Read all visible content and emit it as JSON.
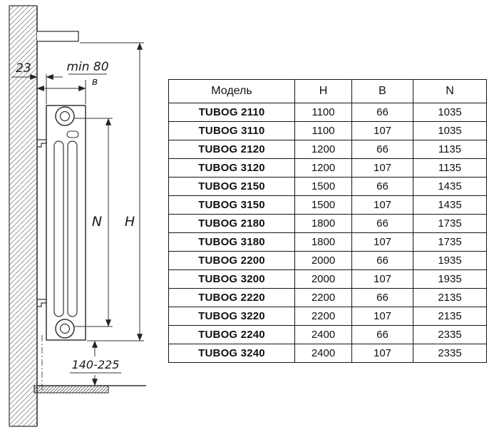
{
  "diagram": {
    "labels": {
      "wall_gap": "23",
      "min_clearance": "min 80",
      "depth_letter": "в",
      "axis_distance_letter": "N",
      "height_letter": "H",
      "floor_clearance_range": "140-225"
    }
  },
  "table": {
    "headers": [
      "Модель",
      "H",
      "B",
      "N"
    ],
    "rows": [
      [
        "TUBOG 2110",
        "1100",
        "66",
        "1035"
      ],
      [
        "TUBOG 3110",
        "1100",
        "107",
        "1035"
      ],
      [
        "TUBOG 2120",
        "1200",
        "66",
        "1135"
      ],
      [
        "TUBOG 3120",
        "1200",
        "107",
        "1135"
      ],
      [
        "TUBOG 2150",
        "1500",
        "66",
        "1435"
      ],
      [
        "TUBOG 3150",
        "1500",
        "107",
        "1435"
      ],
      [
        "TUBOG 2180",
        "1800",
        "66",
        "1735"
      ],
      [
        "TUBOG 3180",
        "1800",
        "107",
        "1735"
      ],
      [
        "TUBOG 2200",
        "2000",
        "66",
        "1935"
      ],
      [
        "TUBOG 3200",
        "2000",
        "107",
        "1935"
      ],
      [
        "TUBOG 2220",
        "2200",
        "66",
        "2135"
      ],
      [
        "TUBOG 3220",
        "2200",
        "107",
        "2135"
      ],
      [
        "TUBOG 2240",
        "2400",
        "66",
        "2335"
      ],
      [
        "TUBOG 3240",
        "2400",
        "107",
        "2335"
      ]
    ]
  }
}
